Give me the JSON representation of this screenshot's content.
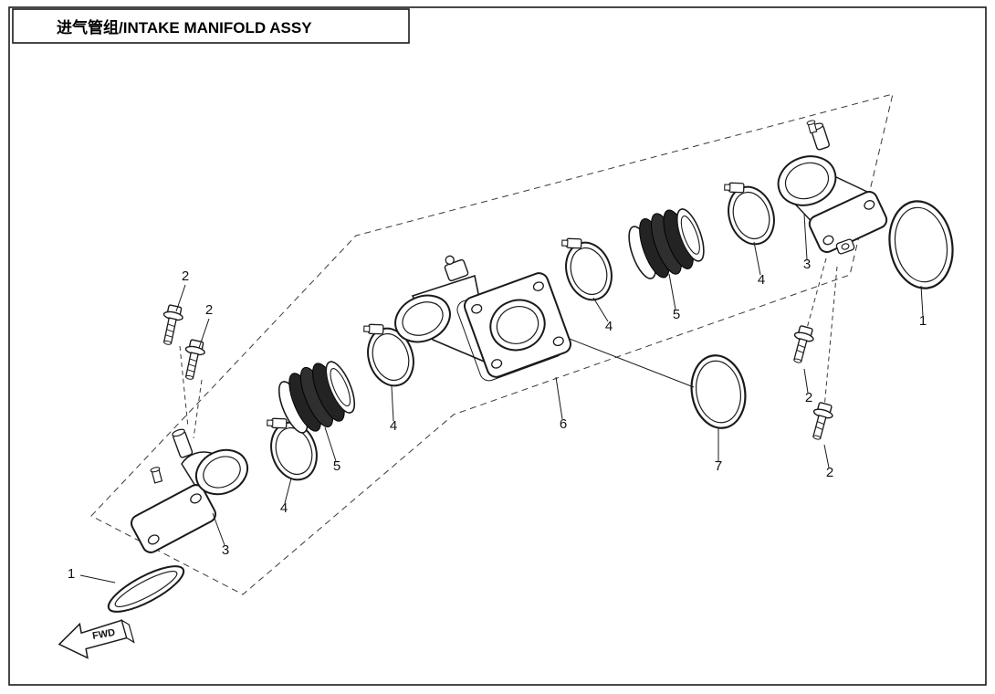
{
  "page": {
    "title": "进气管组/INTAKE MANIFOLD ASSY"
  },
  "fwd_label": "FWD",
  "callouts": [
    {
      "part": "gasket-left",
      "label": "1"
    },
    {
      "part": "bolt-left-upper",
      "label": "2"
    },
    {
      "part": "bolt-left-lower",
      "label": "2"
    },
    {
      "part": "intake-adapter-left",
      "label": "3"
    },
    {
      "part": "clamp-1",
      "label": "4"
    },
    {
      "part": "boot-left",
      "label": "5"
    },
    {
      "part": "clamp-2",
      "label": "4"
    },
    {
      "part": "throttle-adapter",
      "label": "6"
    },
    {
      "part": "clamp-3",
      "label": "4"
    },
    {
      "part": "boot-right",
      "label": "5"
    },
    {
      "part": "clamp-4",
      "label": "4"
    },
    {
      "part": "intake-adapter-right",
      "label": "3"
    },
    {
      "part": "gasket-right",
      "label": "1"
    },
    {
      "part": "bolt-right-upper",
      "label": "2"
    },
    {
      "part": "bolt-right-lower",
      "label": "2"
    },
    {
      "part": "o-ring",
      "label": "7"
    }
  ],
  "colors": {
    "line": "#1a1a1a",
    "rubber_dark": "#232323",
    "background": "#ffffff"
  }
}
